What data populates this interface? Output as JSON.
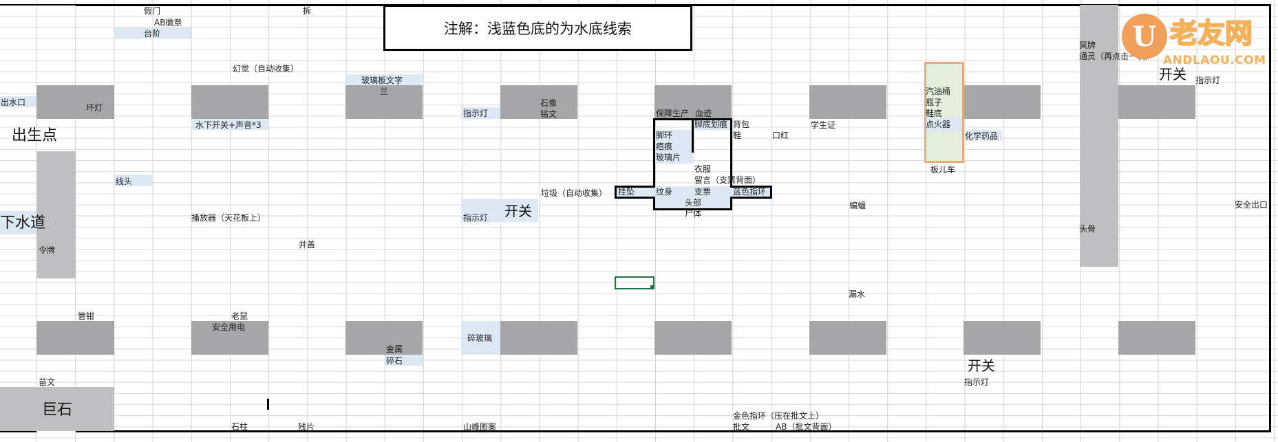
{
  "note": {
    "text": "注解：浅蓝色底的为水底线索"
  },
  "watermark": {
    "glyph": "U",
    "cn": "老友网",
    "en": "ANDLAOU.COM"
  },
  "colors": {
    "wall_gray": "#a6a5a7",
    "wall_light_gray": "#bfbec0",
    "underwater_blue": "#dce9f5",
    "selection_green": "#217346",
    "highlight_orange": "#eaa97a",
    "highlight_green_fill": "#e4eedb",
    "watermark_orange": "#f0a05a"
  },
  "labels": {
    "fake_door": "假门",
    "ab_badge": "AB徽章",
    "steps": "台阶",
    "dismantle": "拆",
    "illusion": "幻觉（自动收集）",
    "water_outlet": "出水口",
    "broken_lamp": "坏灯",
    "spawn_point": "出生点",
    "underwater_switch": "水下开关+声音*3",
    "thread_end": "线头",
    "sewer": "下水道",
    "player_ceiling": "播放器（天花板上）",
    "manhole_cover": "井盖",
    "token": "令牌",
    "pipe_wrench": "管钳",
    "rat": "老鼠",
    "electrical_safety": "安全用电",
    "miao_script": "苗文",
    "boulder": "巨石",
    "stone_pillar": "石柱",
    "fragment": "残片",
    "glass_text": "玻璃板文字",
    "orchid": "兰",
    "indicator_1": "指示灯",
    "stone_statue": "石像",
    "inscription": "铭文",
    "garbage": "垃圾（自动收集）",
    "indicator_2": "指示灯",
    "switch_1": "开关",
    "metal": "金属",
    "gravel": "碎石",
    "broken_glass": "碎玻璃",
    "mountain_pattern": "山峰图案",
    "safety_production": "保障生产",
    "bloodstain": "血迹",
    "sole_scratch": "脚底划痕",
    "anklet": "脚环",
    "scar": "疤痕",
    "glass_shard": "玻璃片",
    "clothes": "衣服",
    "message": "留言（支票背面）",
    "pendant": "挂坠",
    "tattoo": "纹身",
    "check": "支票",
    "blue_ring": "蓝色指环",
    "head": "头部",
    "corpse": "尸体",
    "backpack": "背包",
    "shoe": "鞋",
    "lipstick": "口红",
    "student_id": "学生证",
    "bat": "蝙蝠",
    "leak": "漏水",
    "gold_ring": "金色指环（压在批文上）",
    "approval_doc": "批文",
    "ab_back": "AB（批文背面）",
    "gas_can": "汽油桶",
    "bottle": "瓶子",
    "shoe_sole": "鞋底",
    "lighter": "点火器",
    "chemicals": "化学药品",
    "cart": "板儿车",
    "switch_2": "开关",
    "indicator_3": "指示灯",
    "ghost_tablet": "冥牌",
    "spirit": "通灵（再点击一次）",
    "switch_3": "开关",
    "indicator_4": "指示灯",
    "skull": "头骨",
    "safety_exit": "安全出口"
  }
}
